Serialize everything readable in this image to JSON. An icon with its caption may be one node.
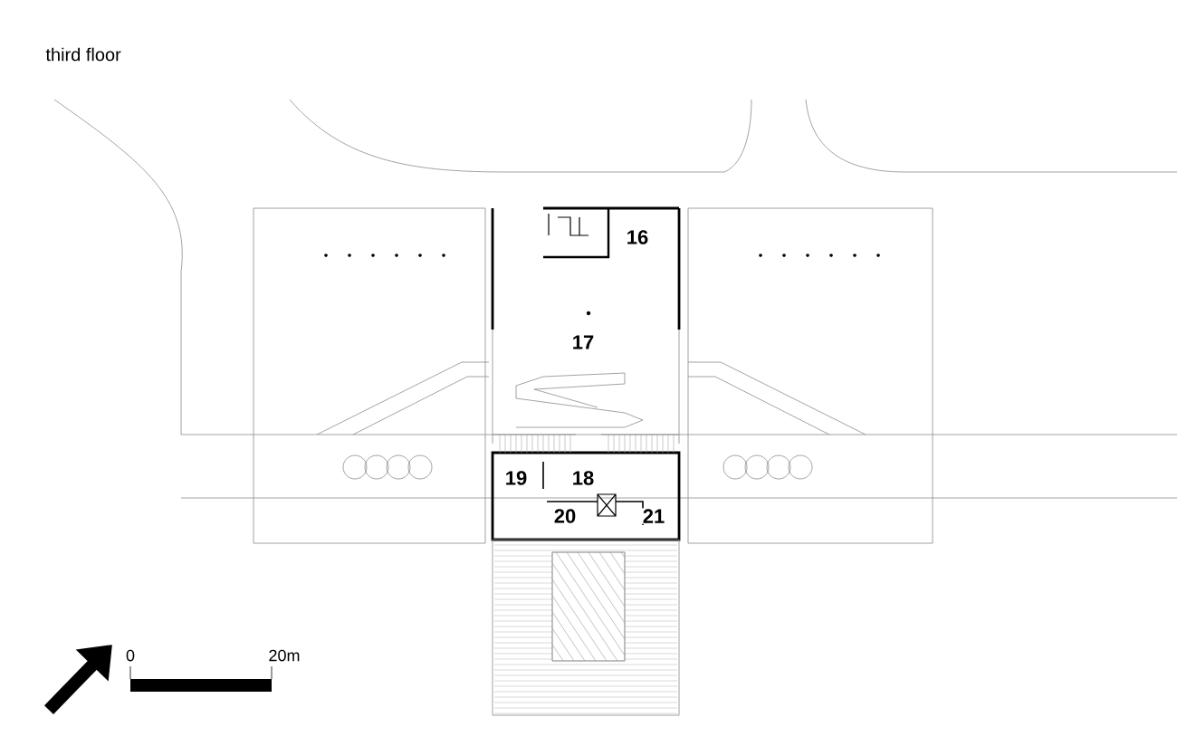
{
  "diagram": {
    "title": "third floor",
    "labels": [
      "16",
      "17",
      "18",
      "19",
      "20",
      "21",
      "0",
      "20m"
    ]
  }
}
